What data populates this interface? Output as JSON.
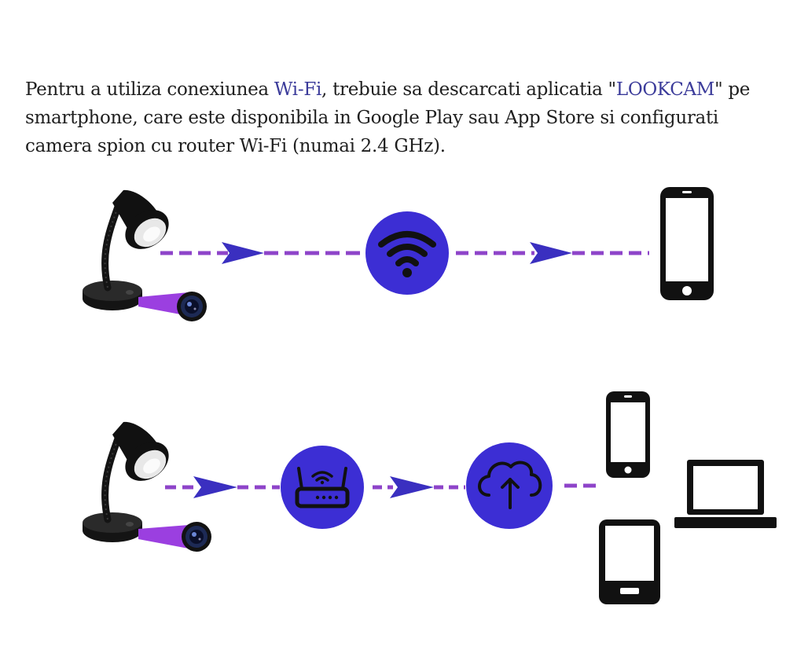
{
  "intro": {
    "part1": "Pentru a utiliza conexiunea ",
    "wifi": "Wi-Fi",
    "part2": ", trebuie sa descarcati aplicatia \"",
    "app": "LOOKCAM",
    "part3": "\" pe smartphone, care este disponibila in Google Play sau App Store si configurati camera spion cu router Wi-Fi (numai 2.4 GHz)."
  },
  "colors": {
    "accent": "#3c2ed4",
    "arrow": "#3a2fc0",
    "dash": "#8e44c9",
    "lens_beam": "#9b3fe0",
    "icon": "#111111"
  },
  "diagram": {
    "row1": {
      "source": "lamp-camera",
      "hub": "wifi-icon",
      "target": "smartphone-icon"
    },
    "row2": {
      "source": "lamp-camera",
      "hub1": "router-icon",
      "hub2": "cloud-upload-icon",
      "targets": [
        "smartphone-icon",
        "laptop-icon",
        "tablet-icon"
      ]
    }
  }
}
